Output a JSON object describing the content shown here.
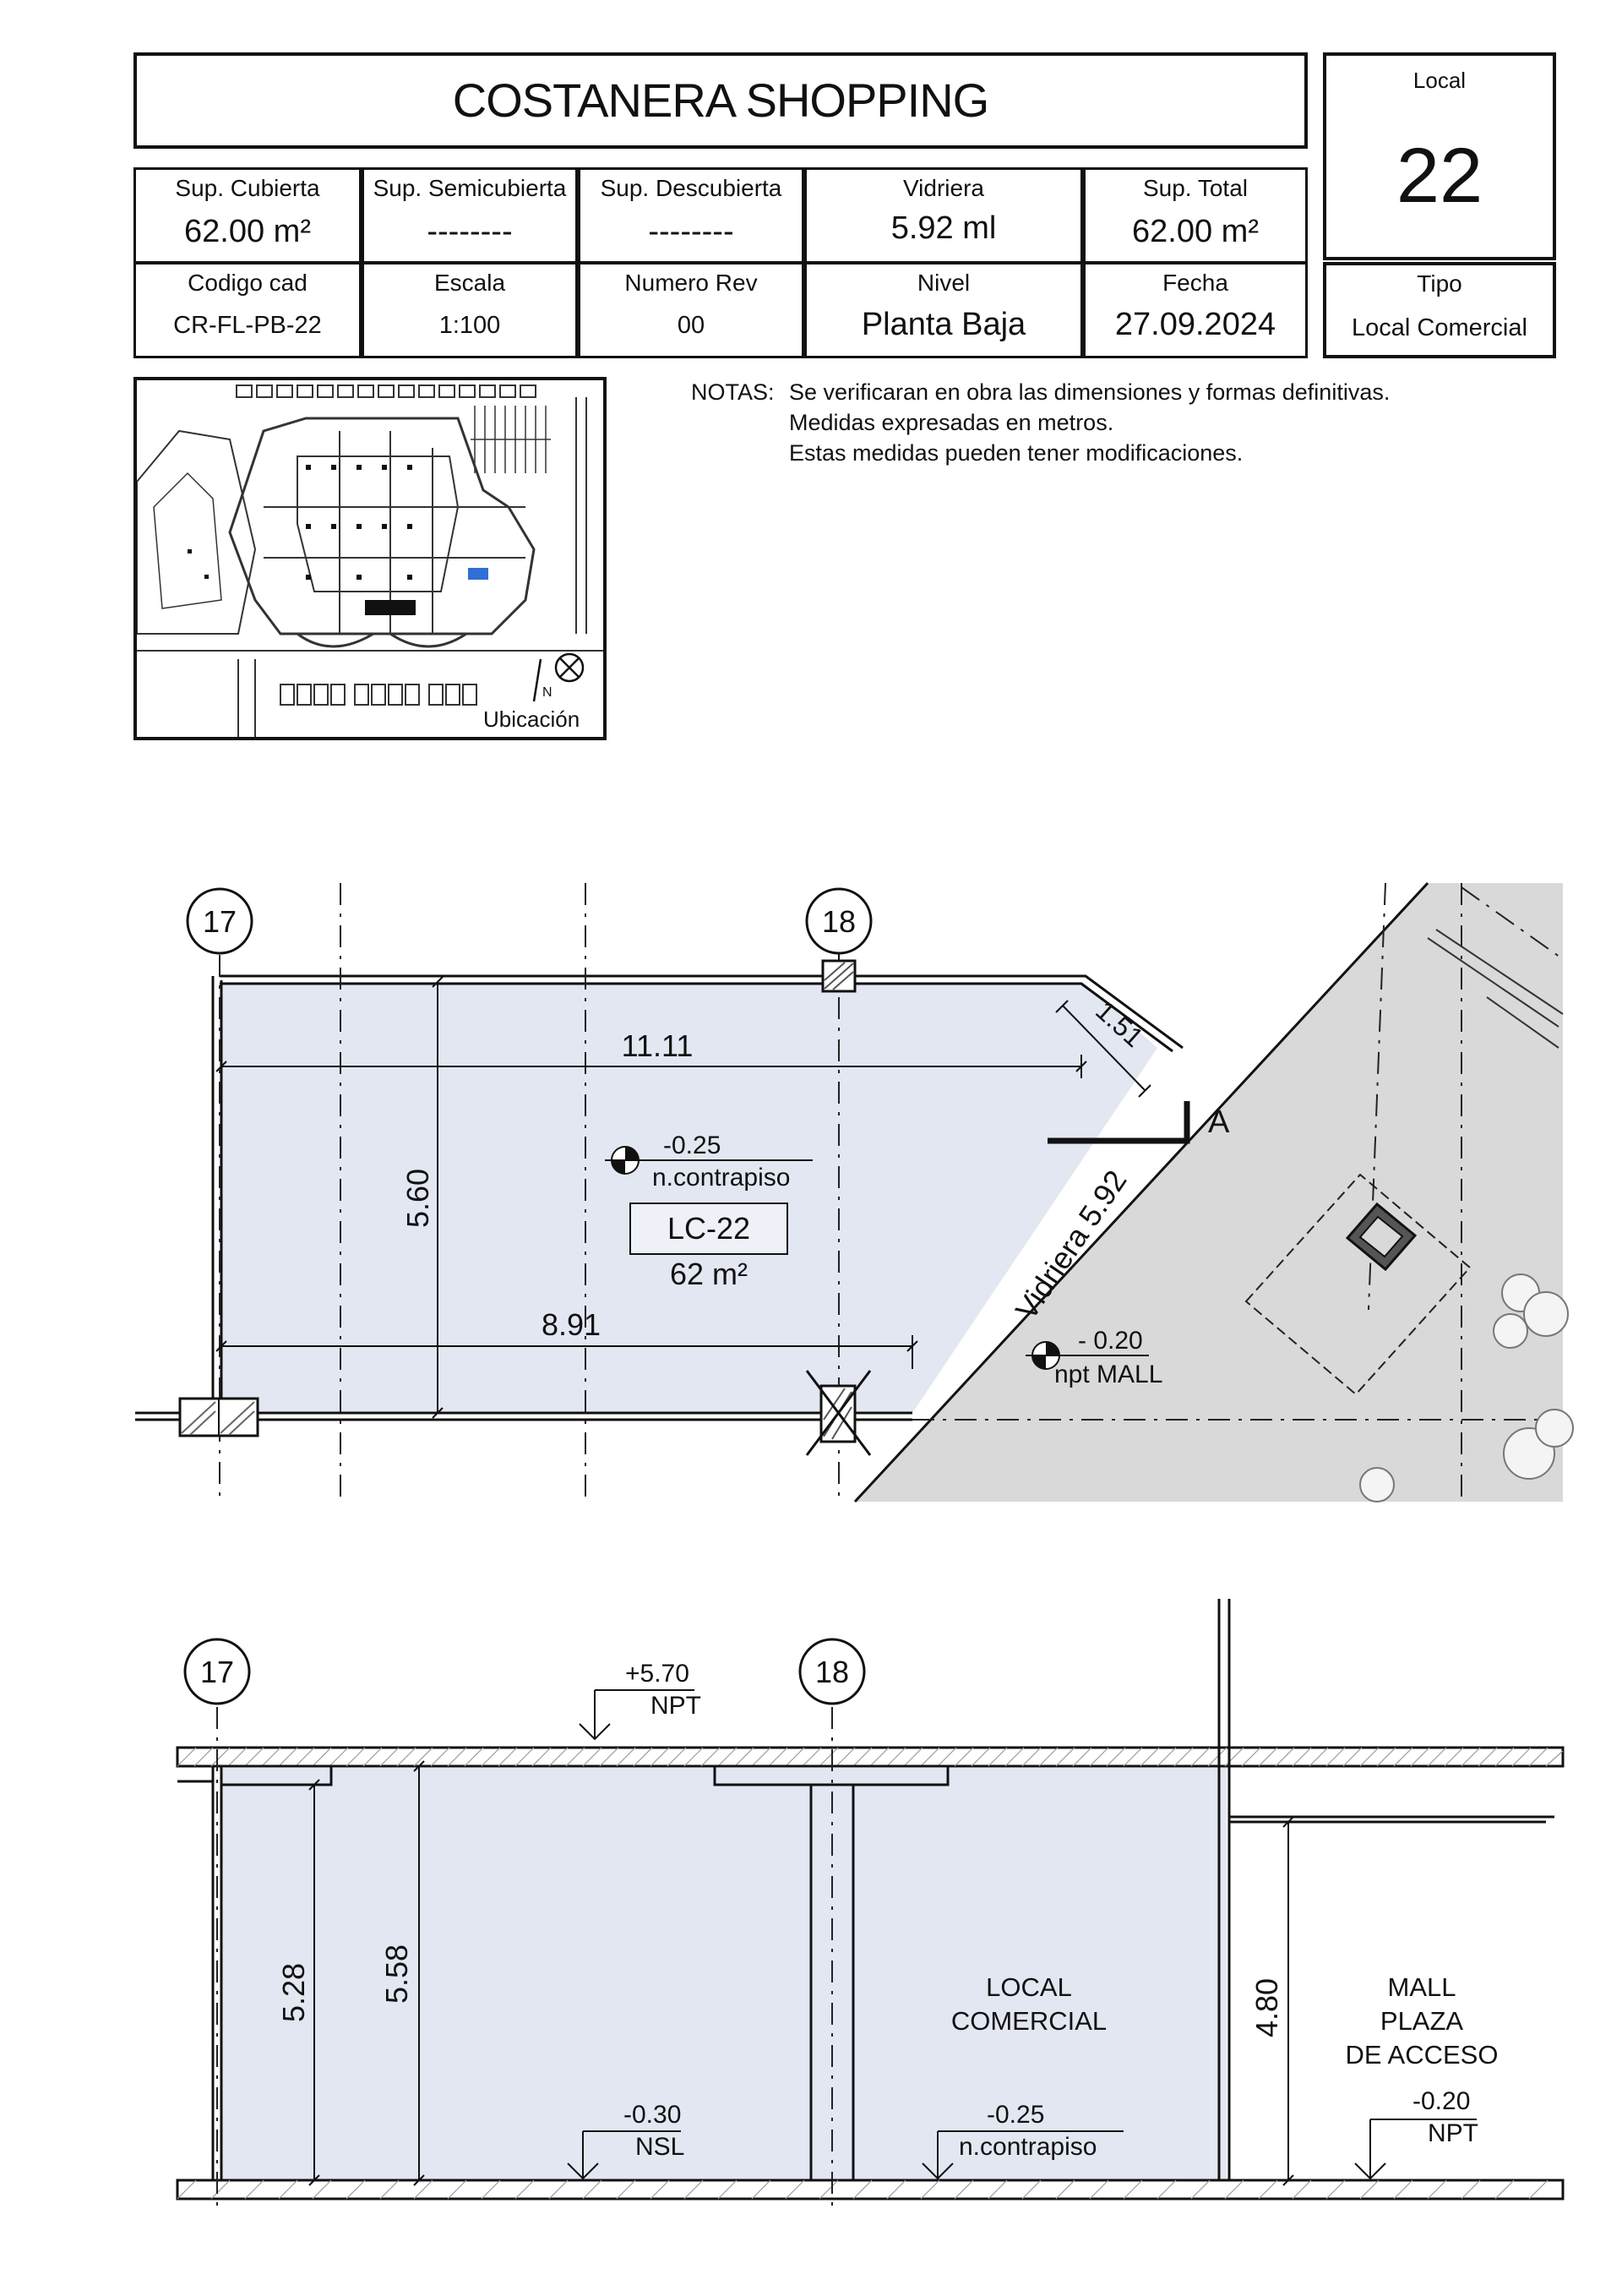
{
  "title": "COSTANERA SHOPPING",
  "local_box": {
    "label": "Local",
    "number": "22",
    "type_label": "Tipo",
    "type_value": "Local Comercial"
  },
  "info_row1": [
    {
      "label": "Sup. Cubierta",
      "value": "62.00 m²"
    },
    {
      "label": "Sup. Semicubierta",
      "value": "--------"
    },
    {
      "label": "Sup. Descubierta",
      "value": "--------"
    },
    {
      "label": "Vidriera",
      "value": "5.92 ml"
    },
    {
      "label": "Sup. Total",
      "value": "62.00 m²"
    }
  ],
  "info_row2": [
    {
      "label": "Codigo cad",
      "value": "CR-FL-PB-22"
    },
    {
      "label": "Escala",
      "value": "1:100"
    },
    {
      "label": "Numero Rev",
      "value": "00"
    },
    {
      "label": "Nivel",
      "value": "Planta Baja"
    },
    {
      "label": "Fecha",
      "value": "27.09.2024"
    }
  ],
  "notes": {
    "prefix": "NOTAS:",
    "lines": [
      "Se verificaran en obra las dimensiones y formas definitivas.",
      "Medidas expresadas en metros.",
      "Estas medidas pueden tener modificaciones."
    ]
  },
  "location_map": {
    "caption": "Ubicación",
    "north": "N"
  },
  "plan": {
    "grid_17": "17",
    "grid_18": "18",
    "dim_width_top": "11.11",
    "dim_diagonal": "1.51",
    "dim_height": "5.60",
    "dim_width_bottom": "8.91",
    "level_value": "-0.25",
    "level_label": "n.contrapiso",
    "local_code": "LC-22",
    "local_area": "62 m²",
    "vidriera": "Vidriera 5.92",
    "mall_level_value": "- 0.20",
    "mall_level_label": "npt MALL",
    "section_mark": "A"
  },
  "section": {
    "grid_17": "17",
    "grid_18": "18",
    "top_level_value": "+5.70",
    "top_level_label": "NPT",
    "dim_a": "5.28",
    "dim_b": "5.58",
    "dim_c": "4.80",
    "local_label_1": "LOCAL",
    "local_label_2": "COMERCIAL",
    "mall_label_1": "MALL",
    "mall_label_2": "PLAZA",
    "mall_label_3": "DE ACCESO",
    "nsl_value": "-0.30",
    "nsl_label": "NSL",
    "contrapiso_value": "-0.25",
    "contrapiso_label": "n.contrapiso",
    "npt_value": "-0.20",
    "npt_label": "NPT"
  },
  "colors": {
    "local_fill": "#e3e7f2",
    "mall_fill": "#d9d9d9",
    "highlight": "#2f6fd6"
  }
}
